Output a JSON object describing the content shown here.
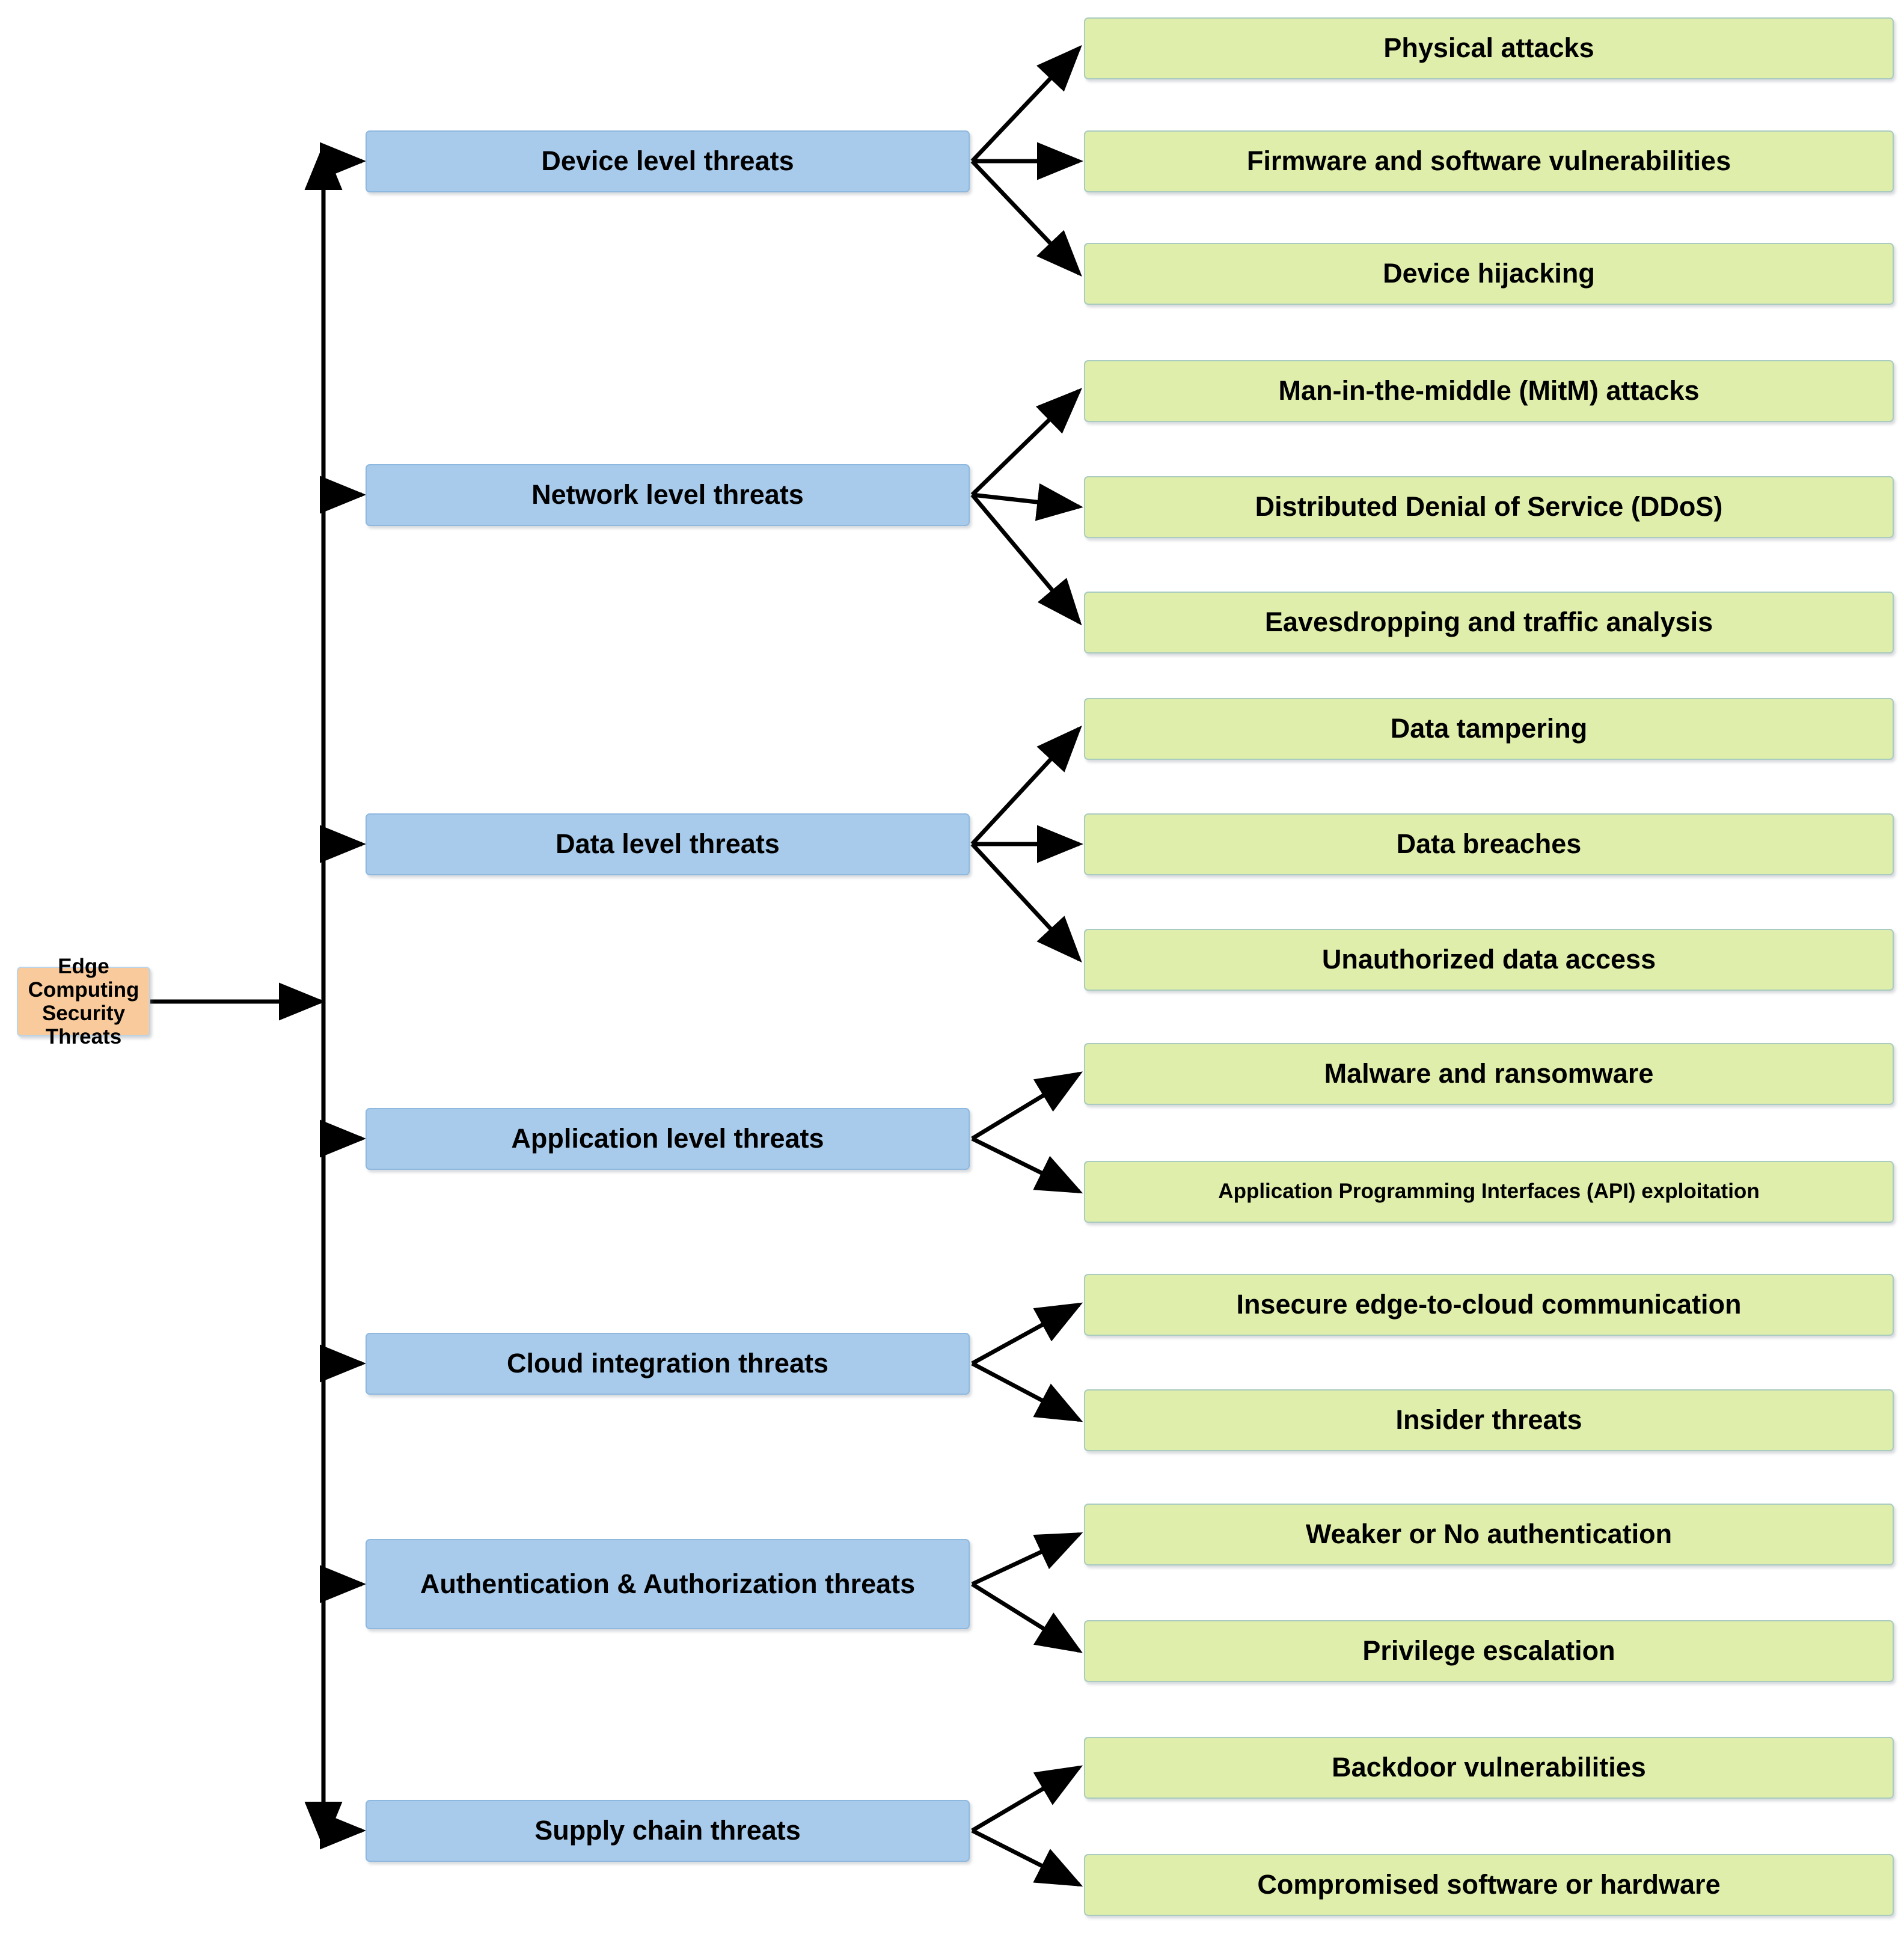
{
  "diagram": {
    "title": "Edge Computing Security Threats taxonomy",
    "root": {
      "label": "Edge Computing\nSecurity Threats",
      "color": "#f9cb9c"
    },
    "category_color": "#a8cbec",
    "leaf_color": "#dfeeab",
    "connector_color": "#000000",
    "categories": [
      {
        "label": "Device level threats",
        "leaves": [
          "Physical attacks",
          "Firmware and software vulnerabilities",
          "Device hijacking"
        ]
      },
      {
        "label": "Network level threats",
        "leaves": [
          "Man-in-the-middle (MitM) attacks",
          "Distributed Denial of Service (DDoS)",
          "Eavesdropping and traffic analysis"
        ]
      },
      {
        "label": "Data level threats",
        "leaves": [
          "Data tampering",
          "Data breaches",
          "Unauthorized data access"
        ]
      },
      {
        "label": "Application level threats",
        "leaves": [
          "Malware and ransomware",
          "Application Programming Interfaces (API) exploitation"
        ]
      },
      {
        "label": "Cloud integration threats",
        "leaves": [
          "Insecure edge-to-cloud communication",
          "Insider threats"
        ]
      },
      {
        "label": "Authentication & Authorization threats",
        "leaves": [
          "Weaker or No authentication",
          "Privilege escalation"
        ]
      },
      {
        "label": "Supply chain threats",
        "leaves": [
          "Backdoor vulnerabilities",
          "Compromised software or hardware"
        ]
      }
    ]
  }
}
